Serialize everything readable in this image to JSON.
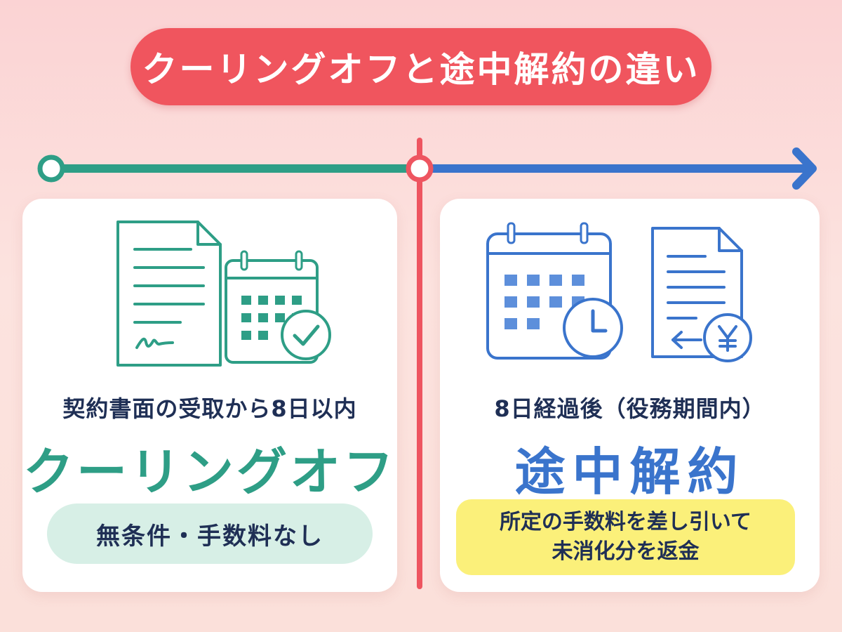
{
  "title": "クーリングオフと途中解約の違い",
  "colors": {
    "title_bg": "#f0555e",
    "green": "#2e9e86",
    "blue": "#3a74cc",
    "red_line": "#ee5560",
    "navy_text": "#1f2f55",
    "green_badge": "#d7efe6",
    "yellow_badge": "#fbf07a"
  },
  "left": {
    "icons": [
      "contract-document-icon",
      "calendar-check-icon"
    ],
    "condition": "契約書面の受取から8日以内",
    "label": "クーリングオフ",
    "badge": "無条件・手数料なし"
  },
  "right": {
    "icons": [
      "calendar-clock-icon",
      "document-yen-refund-icon"
    ],
    "condition": "8日経過後（役務期間内）",
    "label": "途中解約",
    "badge_line1": "所定の手数料を差し引いて",
    "badge_line2": "未消化分を返金"
  }
}
